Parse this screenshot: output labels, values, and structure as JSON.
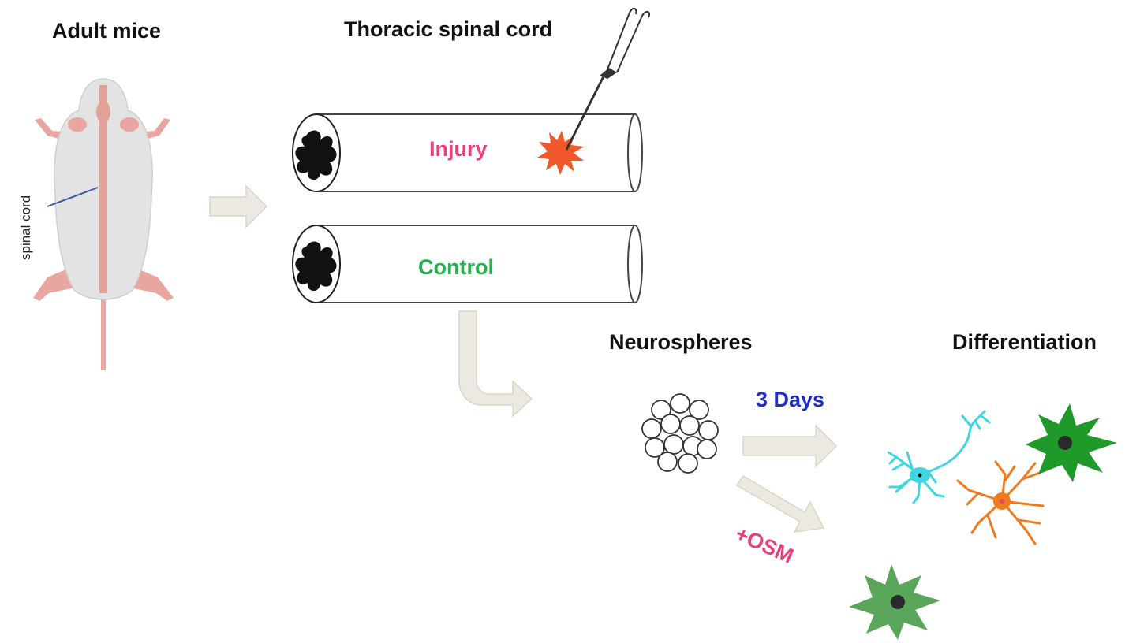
{
  "labels": {
    "adult_mice": "Adult mice",
    "spinal_cord": "spinal cord",
    "thoracic_spinal_cord": "Thoracic spinal cord",
    "injury": "Injury",
    "control": "Control",
    "neurospheres": "Neurospheres",
    "differentiation": "Differentiation",
    "three_days": "3 Days",
    "osm": "+OSM"
  },
  "colors": {
    "injury_text": "#e8407a",
    "control_text": "#22b14c",
    "days_text": "#1c2fc8",
    "osm_text": "#e8407a",
    "arrow_fill": "#eceae0",
    "arrow_stroke": "#d8d6c8",
    "mouse_body": "#e3e3e3",
    "mouse_pink": "#e9a6a0",
    "spinal_cord": "#e3a298",
    "lesion": "#f0572a",
    "neuron": "#3fd6e0",
    "oligodendrocyte": "#f07a1c",
    "astrocyte_dark": "#1f9a2a",
    "astrocyte_light": "#59a55a"
  }
}
